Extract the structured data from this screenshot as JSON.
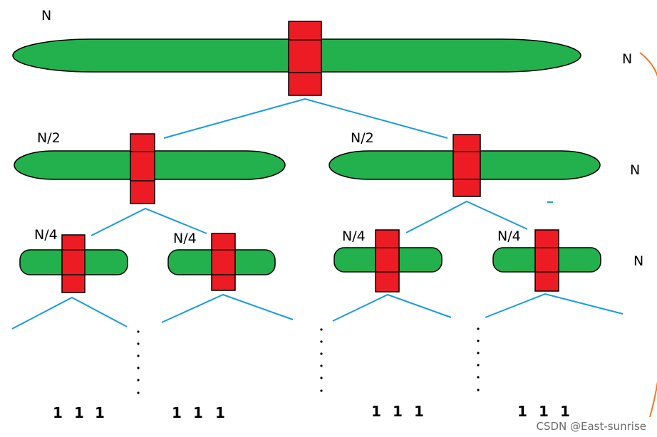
{
  "colors": {
    "bar_fill": "#22b14c",
    "pivot_fill": "#ed1c24",
    "outline": "#000000",
    "connector": "#1a9ae0",
    "arc": "#f07a2a",
    "watermark": "#6b6b6b"
  },
  "levels": {
    "level0": {
      "size_label": "N",
      "row_total_label": "N"
    },
    "level1": {
      "left_label": "N/2",
      "right_label": "N/2",
      "row_total_label": "N"
    },
    "level2": {
      "labels": [
        "N/4",
        "N/4",
        "N/4",
        "N/4"
      ],
      "row_total_label": "N"
    }
  },
  "leaves": {
    "groups": [
      [
        "1",
        "1",
        "1"
      ],
      [
        "1",
        "1",
        "1"
      ],
      [
        "1",
        "1",
        "1"
      ],
      [
        "1",
        "1",
        "1"
      ]
    ]
  },
  "watermark": "CSDN @East-sunrise"
}
